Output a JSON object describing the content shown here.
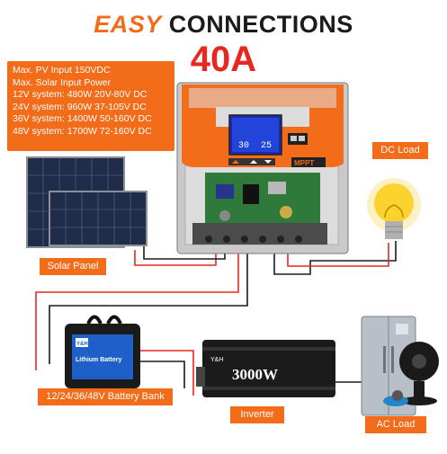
{
  "header": {
    "easy": "EASY",
    "connections": "CONNECTIONS",
    "amperage": "40A"
  },
  "specs": [
    "Max. PV Input 150VDC",
    "Max.  Solar Input Power",
    "12V system: 480W 20V-80V DC",
    "24V system: 960W 37-105V DC",
    "36V system: 1400W 50-160V DC",
    "48V system: 1700W 72-160V DC"
  ],
  "controller": {
    "lcd_left": "30",
    "lcd_right": "25",
    "badge": "MPPT"
  },
  "labels": {
    "dc_load": "DC Load",
    "solar_panel": "Solar Panel",
    "battery_bank": "12/24/36/48V Battery Bank",
    "inverter": "Inverter",
    "ac_load": "AC Load"
  },
  "battery": {
    "brand": "Y&H",
    "name": "Lithium Battery"
  },
  "inverter": {
    "brand": "Y&H",
    "power": "3000W"
  },
  "colors": {
    "accent": "#f26c1a",
    "red_wire": "#e8281f",
    "dark": "#1b1b1b"
  }
}
